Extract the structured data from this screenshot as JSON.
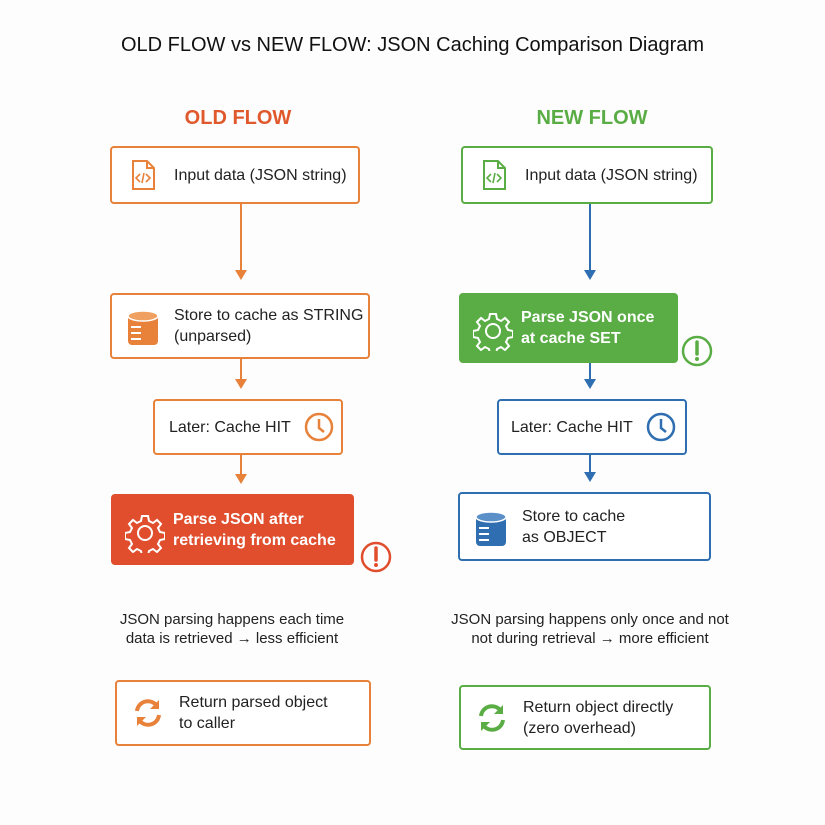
{
  "title": "OLD FLOW vs NEW FLOW: JSON Caching Comparison Diagram",
  "colors": {
    "orange": "#e8813a",
    "red": "#e04e2e",
    "green": "#5aad45",
    "blue": "#2f6eb0"
  },
  "old_flow": {
    "heading": "OLD FLOW",
    "input": {
      "line1": "Input data (JSON string)",
      "icon": "code-file-icon"
    },
    "store": {
      "line1": "Store to cache as STRING",
      "line2": "(unparsed)",
      "icon": "database-icon"
    },
    "hit": {
      "line1": "Later: Cache HIT",
      "icon": "clock-icon"
    },
    "parse": {
      "line1": "Parse JSON after",
      "line2": "retrieving from cache",
      "icon": "gear-icon"
    },
    "caption": {
      "line1": "JSON parsing happens each time",
      "line2": "data is retrieved → less efficient"
    },
    "ret": {
      "line1": "Return parsed object",
      "line2": "to caller",
      "icon": "refresh-icon"
    }
  },
  "new_flow": {
    "heading": "NEW FLOW",
    "input": {
      "line1": "Input data (JSON string)",
      "icon": "code-file-icon"
    },
    "parse": {
      "line1": "Parse JSON once",
      "line2": "at cache SET",
      "icon": "gear-icon"
    },
    "hit": {
      "line1": "Later: Cache HIT",
      "icon": "clock-icon"
    },
    "store": {
      "line1": "Store to cache",
      "line2": "as OBJECT",
      "icon": "database-icon"
    },
    "caption": {
      "line1": "JSON parsing happens only once and not",
      "line2": "not during retrieval → more efficient"
    },
    "ret": {
      "line1": "Return object directly",
      "line2": "(zero overhead)",
      "icon": "refresh-icon"
    }
  }
}
